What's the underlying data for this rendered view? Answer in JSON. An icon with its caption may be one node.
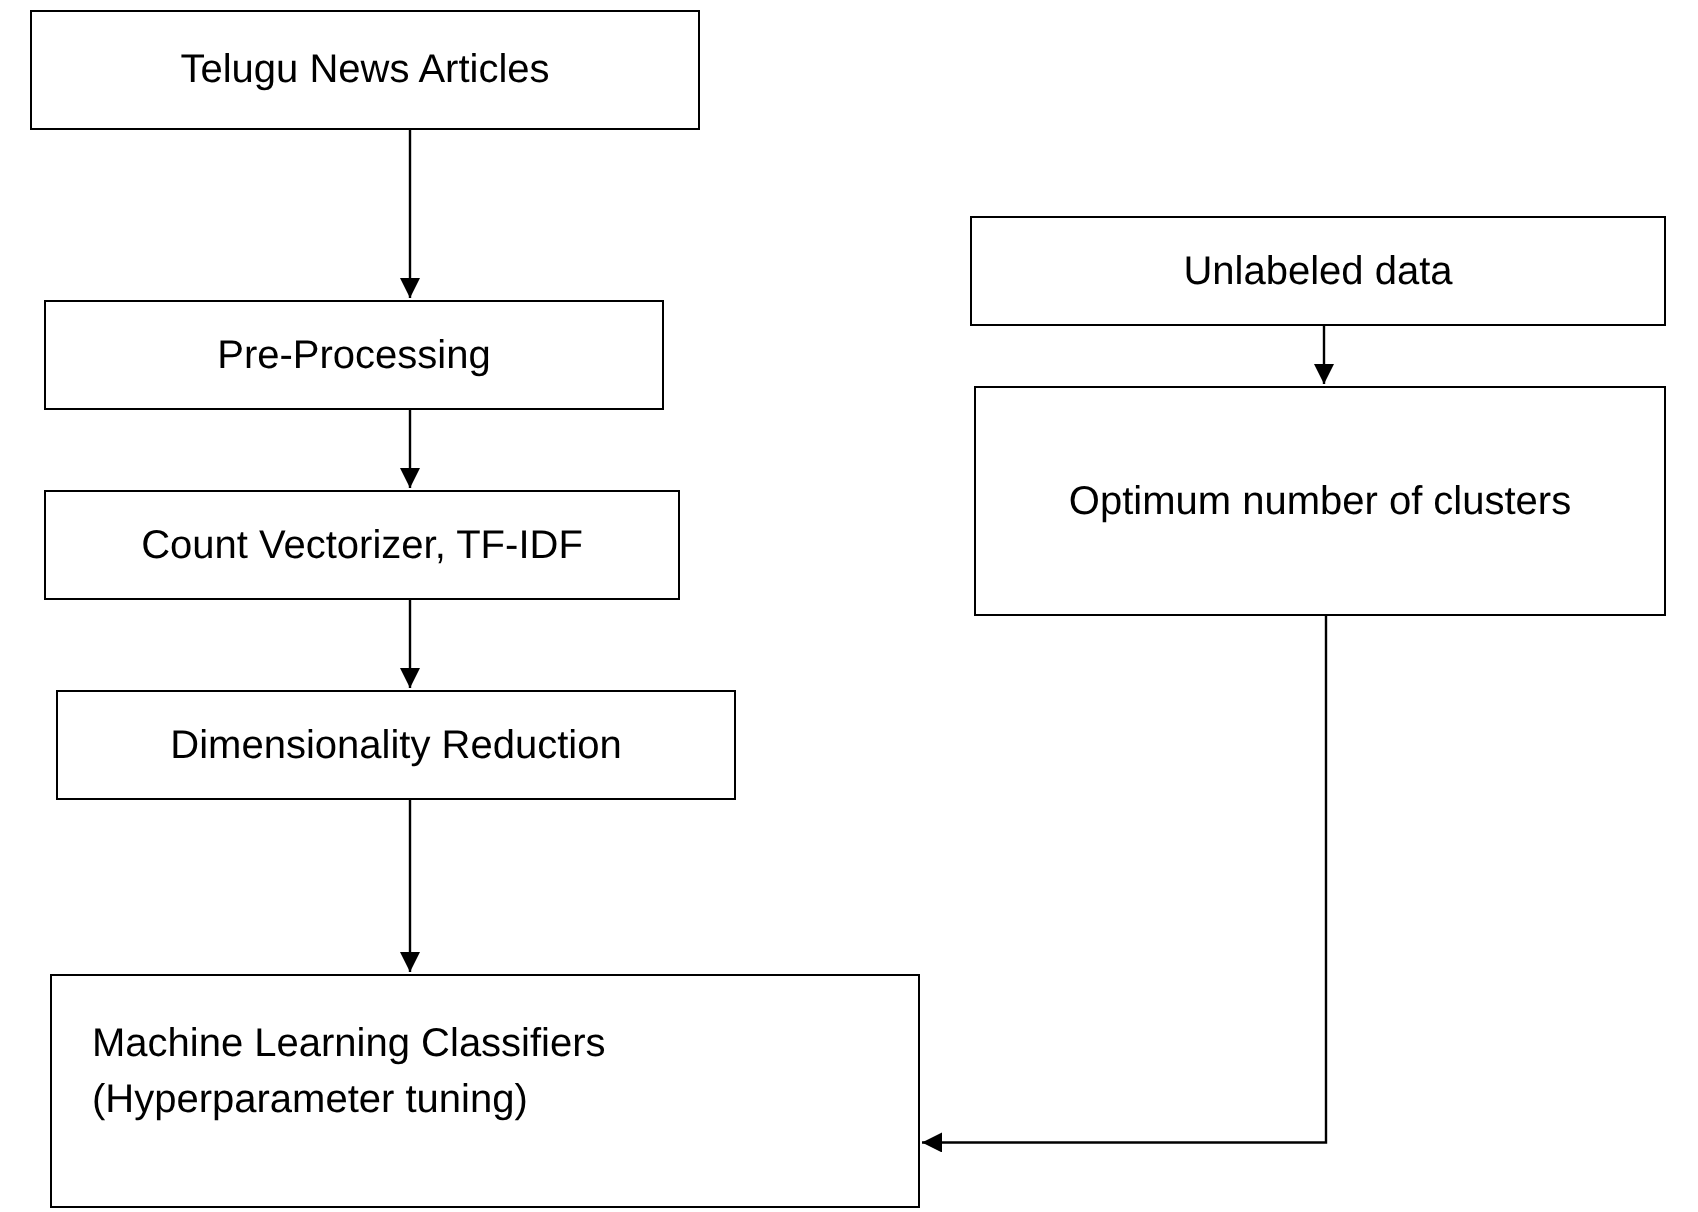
{
  "diagram": {
    "nodes": [
      {
        "text": [
          "Telugu News Articles"
        ]
      },
      {
        "text": [
          "Pre-Processing"
        ]
      },
      {
        "text": [
          "Count Vectorizer, TF-IDF"
        ]
      },
      {
        "text": [
          "Dimensionality Reduction"
        ]
      },
      {
        "text": [
          "Machine Learning Classifiers (Hyperparameter tuning)"
        ]
      },
      {
        "text": [
          "Unlabeled data"
        ]
      },
      {
        "text": [
          "Optimum number of clusters"
        ]
      }
    ],
    "edges": [
      {
        "from": 0,
        "to": 1,
        "arrow": "to"
      },
      {
        "from": 1,
        "to": 2,
        "arrow": "to"
      },
      {
        "from": 2,
        "to": 3,
        "arrow": "to"
      },
      {
        "from": 3,
        "to": 4,
        "arrow": "to"
      },
      {
        "from": 5,
        "to": 6,
        "arrow": "to"
      },
      {
        "from": 6,
        "to": 4,
        "arrow": "to"
      }
    ]
  }
}
